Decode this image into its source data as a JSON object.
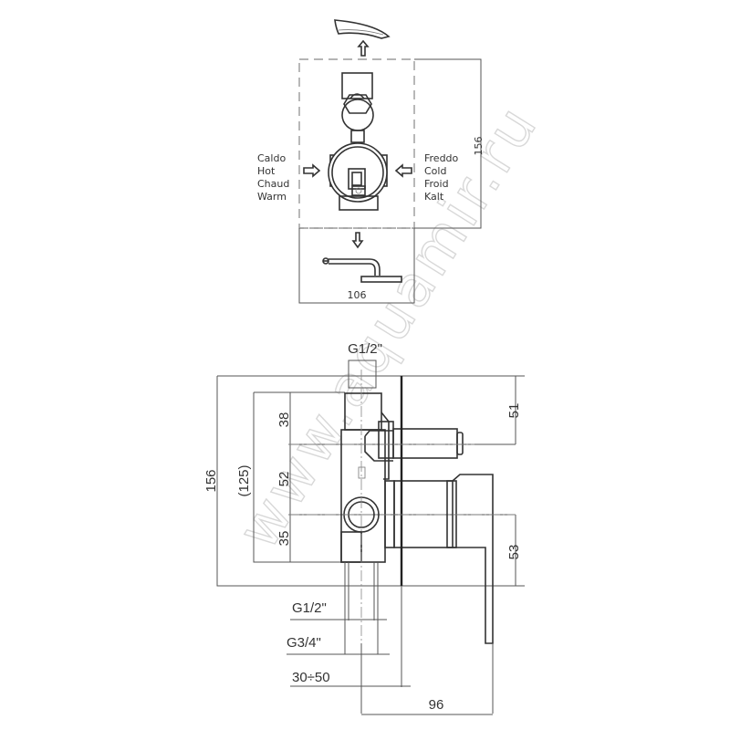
{
  "watermark": {
    "text": "www.aquamir.ru",
    "color": "#d8d8d8"
  },
  "top_view": {
    "hot_labels": [
      "Caldo",
      "Hot",
      "Chaud",
      "Warm"
    ],
    "cold_labels": [
      "Freddo",
      "Cold",
      "Froid",
      "Kalt"
    ],
    "dim_width": "106",
    "dim_height": "156",
    "outlets": [
      "bath-spout",
      "shower-head"
    ]
  },
  "side_view": {
    "top_thread": "G1/2\"",
    "dim_total_height": "156",
    "dim_body_height": "(125)",
    "dim_upper": "38",
    "dim_middle": "52",
    "dim_lower": "35",
    "dim_right_upper": "51",
    "dim_right_lower": "53",
    "thread_inlet_small": "G1/2\"",
    "thread_inlet_large": "G3/4\"",
    "wall_depth_range": "30÷50",
    "dim_projection": "96"
  },
  "colors": {
    "line": "#333333",
    "dim_line": "#777777",
    "background": "#ffffff"
  }
}
